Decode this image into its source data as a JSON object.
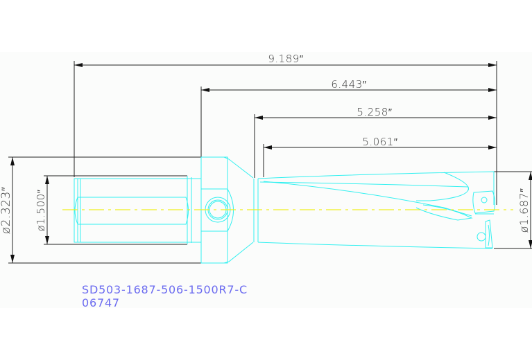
{
  "drawing": {
    "background": "#fcfdfc",
    "outline_color": "#33f0f0",
    "centerline_color": "#f0f020",
    "dimension_color": "#1a1a1a",
    "label_color": "#6b6bf0"
  },
  "dimensions": {
    "overall_length": "9.189″",
    "body_length": "6.443″",
    "flute_length": "5.258″",
    "drill_depth": "5.061″",
    "shank_body_diameter": "ø2.323″",
    "shank_diameter": "ø1.500″",
    "drill_diameter": "ø1.687″"
  },
  "part": {
    "number": "SD503-1687-506-1500R7-C",
    "code": "06747"
  }
}
